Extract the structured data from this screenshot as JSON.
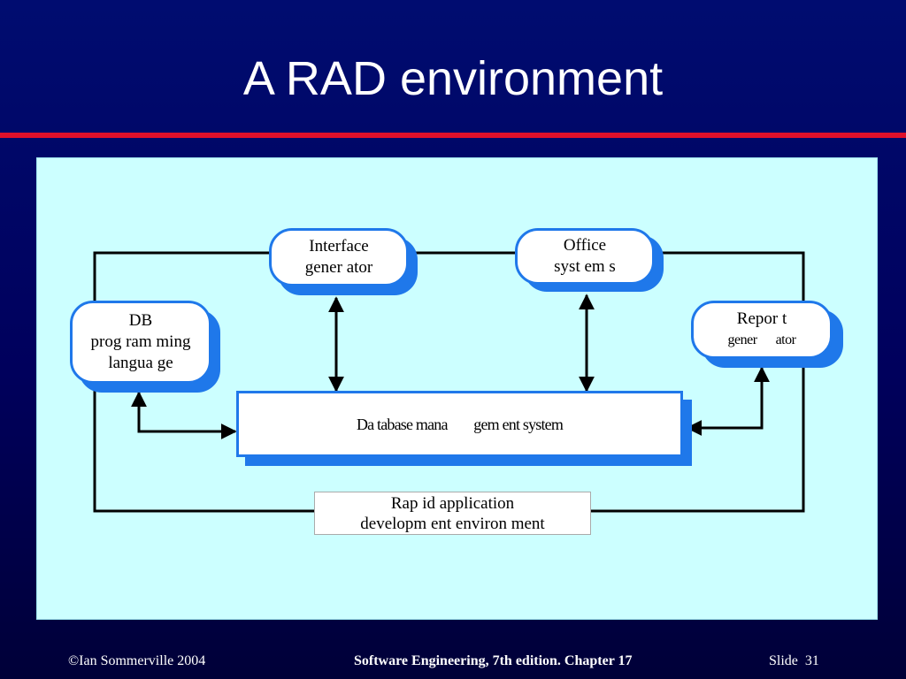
{
  "slide": {
    "title": "A RAD environment"
  },
  "diagram": {
    "nodes": {
      "interface_generator": {
        "lines": [
          "Interface",
          "gener ator"
        ]
      },
      "office_systems": {
        "lines": [
          "Office",
          "syst em s"
        ]
      },
      "db_programming_language": {
        "lines": [
          "DB",
          "prog ram ming",
          "langua ge"
        ]
      },
      "report_generator": {
        "lines": [
          "Repor t",
          "gener      ator"
        ]
      },
      "dbms": {
        "label": "Da tabase mana        gem ent system"
      },
      "rad_environment": {
        "lines": [
          "Rap id application",
          "developm ent environ ment"
        ]
      }
    },
    "colors": {
      "panel": "#ccffff",
      "node_border": "#1f78ea",
      "node_shadow": "#1f78ea",
      "title_rule": "#e0102a",
      "background": "#000070"
    }
  },
  "footer": {
    "copyright": "©Ian Sommerville 2004",
    "book": "Software Engineering, 7th edition. Chapter 17",
    "slide_label": "Slide  31"
  }
}
